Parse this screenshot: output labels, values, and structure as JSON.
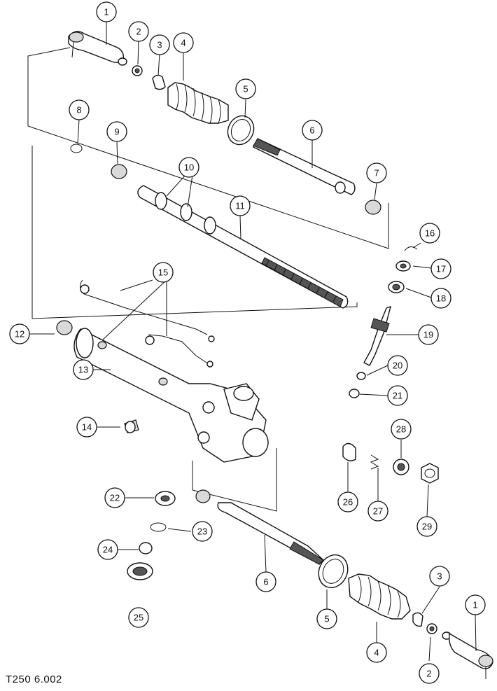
{
  "figure_ref": "T250 6.002",
  "callouts": [
    "1",
    "2",
    "3",
    "4",
    "5",
    "6",
    "7",
    "8",
    "9",
    "10",
    "11",
    "12",
    "13",
    "14",
    "15",
    "16",
    "17",
    "18",
    "19",
    "20",
    "21",
    "22",
    "23",
    "24",
    "25",
    "26",
    "27",
    "28",
    "29"
  ]
}
